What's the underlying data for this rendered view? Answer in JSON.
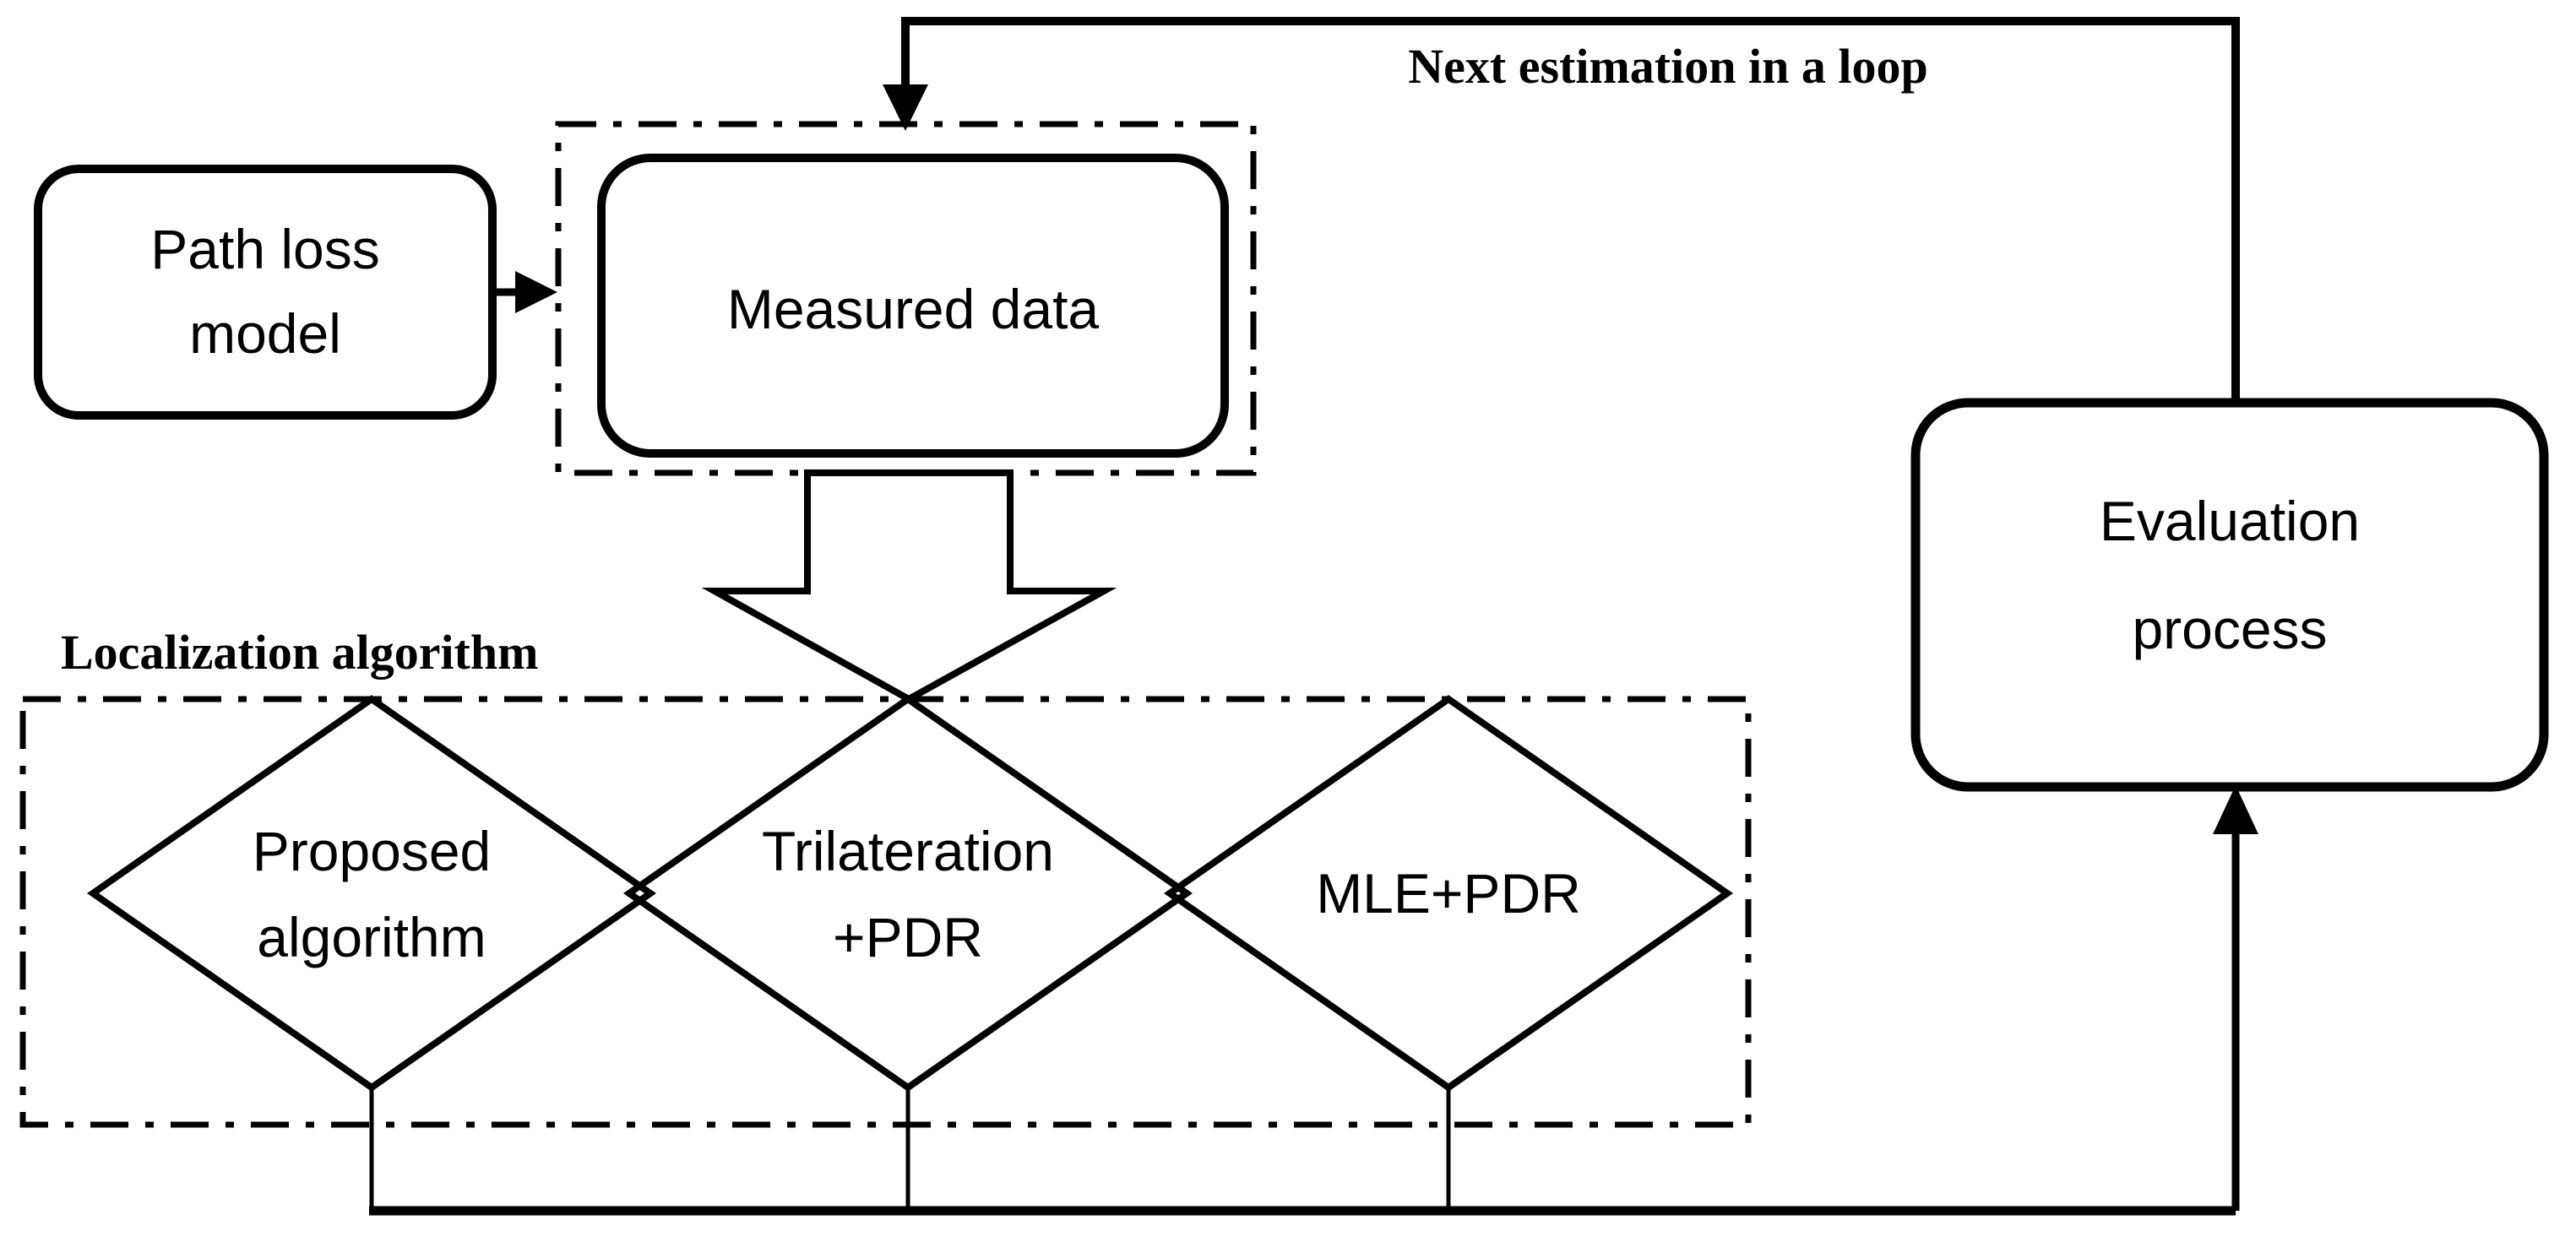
{
  "diagram": {
    "title_hint": "Localization algorithm evaluation loop flowchart",
    "background_color": "#ffffff",
    "line_color": "#000000",
    "annotations": {
      "loop_label": "Next estimation in a loop",
      "localization_label": "Localization algorithm"
    },
    "nodes": {
      "path_loss_model": {
        "shape": "rounded-rectangle",
        "lines": [
          "Path loss",
          "model"
        ]
      },
      "measured_data": {
        "shape": "rounded-rectangle",
        "lines": [
          "Measured data"
        ]
      },
      "evaluation_process": {
        "shape": "rounded-rectangle",
        "lines": [
          "Evaluation",
          "process"
        ]
      },
      "proposed_algorithm": {
        "shape": "diamond",
        "lines": [
          "Proposed",
          "algorithm"
        ]
      },
      "trilateration_pdr": {
        "shape": "diamond",
        "lines": [
          "Trilateration",
          "+PDR"
        ]
      },
      "mle_pdr": {
        "shape": "diamond",
        "lines": [
          "MLE+PDR"
        ]
      }
    }
  }
}
